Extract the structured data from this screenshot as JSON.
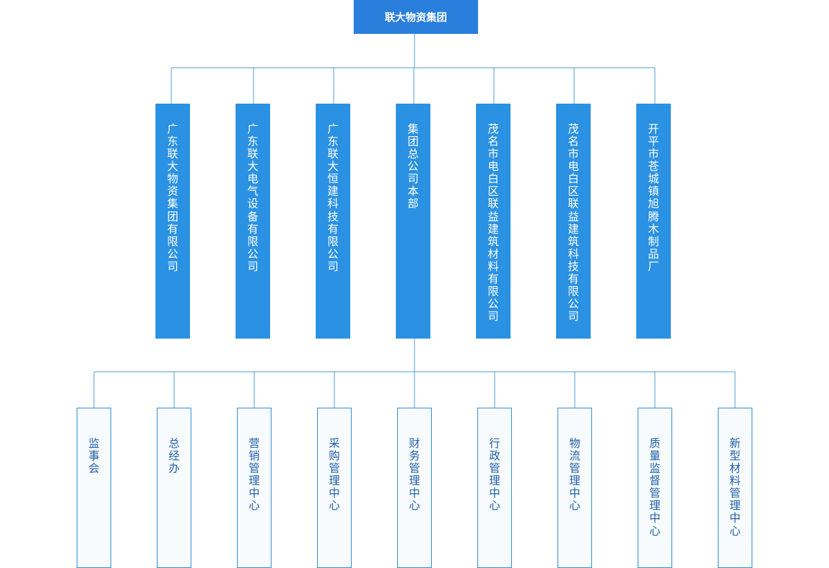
{
  "org_chart": {
    "root": {
      "label": "联大物资集团"
    },
    "subsidiaries": [
      {
        "label": "广东联大物资集团有限公司"
      },
      {
        "label": "广东联大电气设备有限公司"
      },
      {
        "label": "广东联大恒建科技有限公司"
      },
      {
        "label": "集团总公司本部"
      },
      {
        "label": "茂名市电白区联益建筑材料有限公司"
      },
      {
        "label": "茂名市电白区联益建筑科技有限公司"
      },
      {
        "label": "开平市苍城镇旭腾木制品厂"
      }
    ],
    "departments": [
      {
        "label": "监事会"
      },
      {
        "label": "总经办"
      },
      {
        "label": "营销管理中心"
      },
      {
        "label": "采购管理中心"
      },
      {
        "label": "财务管理中心"
      },
      {
        "label": "行政管理中心"
      },
      {
        "label": "物流管理中心"
      },
      {
        "label": "质量监督管理中心"
      },
      {
        "label": "新型材料管理中心"
      }
    ],
    "colors": {
      "root_fill": "#2a7fdd",
      "subsidiary_fill": "#2a91e3",
      "department_border": "#2a8ad6",
      "department_text": "#1f5fa8",
      "connector": "#4a9ad8"
    }
  }
}
